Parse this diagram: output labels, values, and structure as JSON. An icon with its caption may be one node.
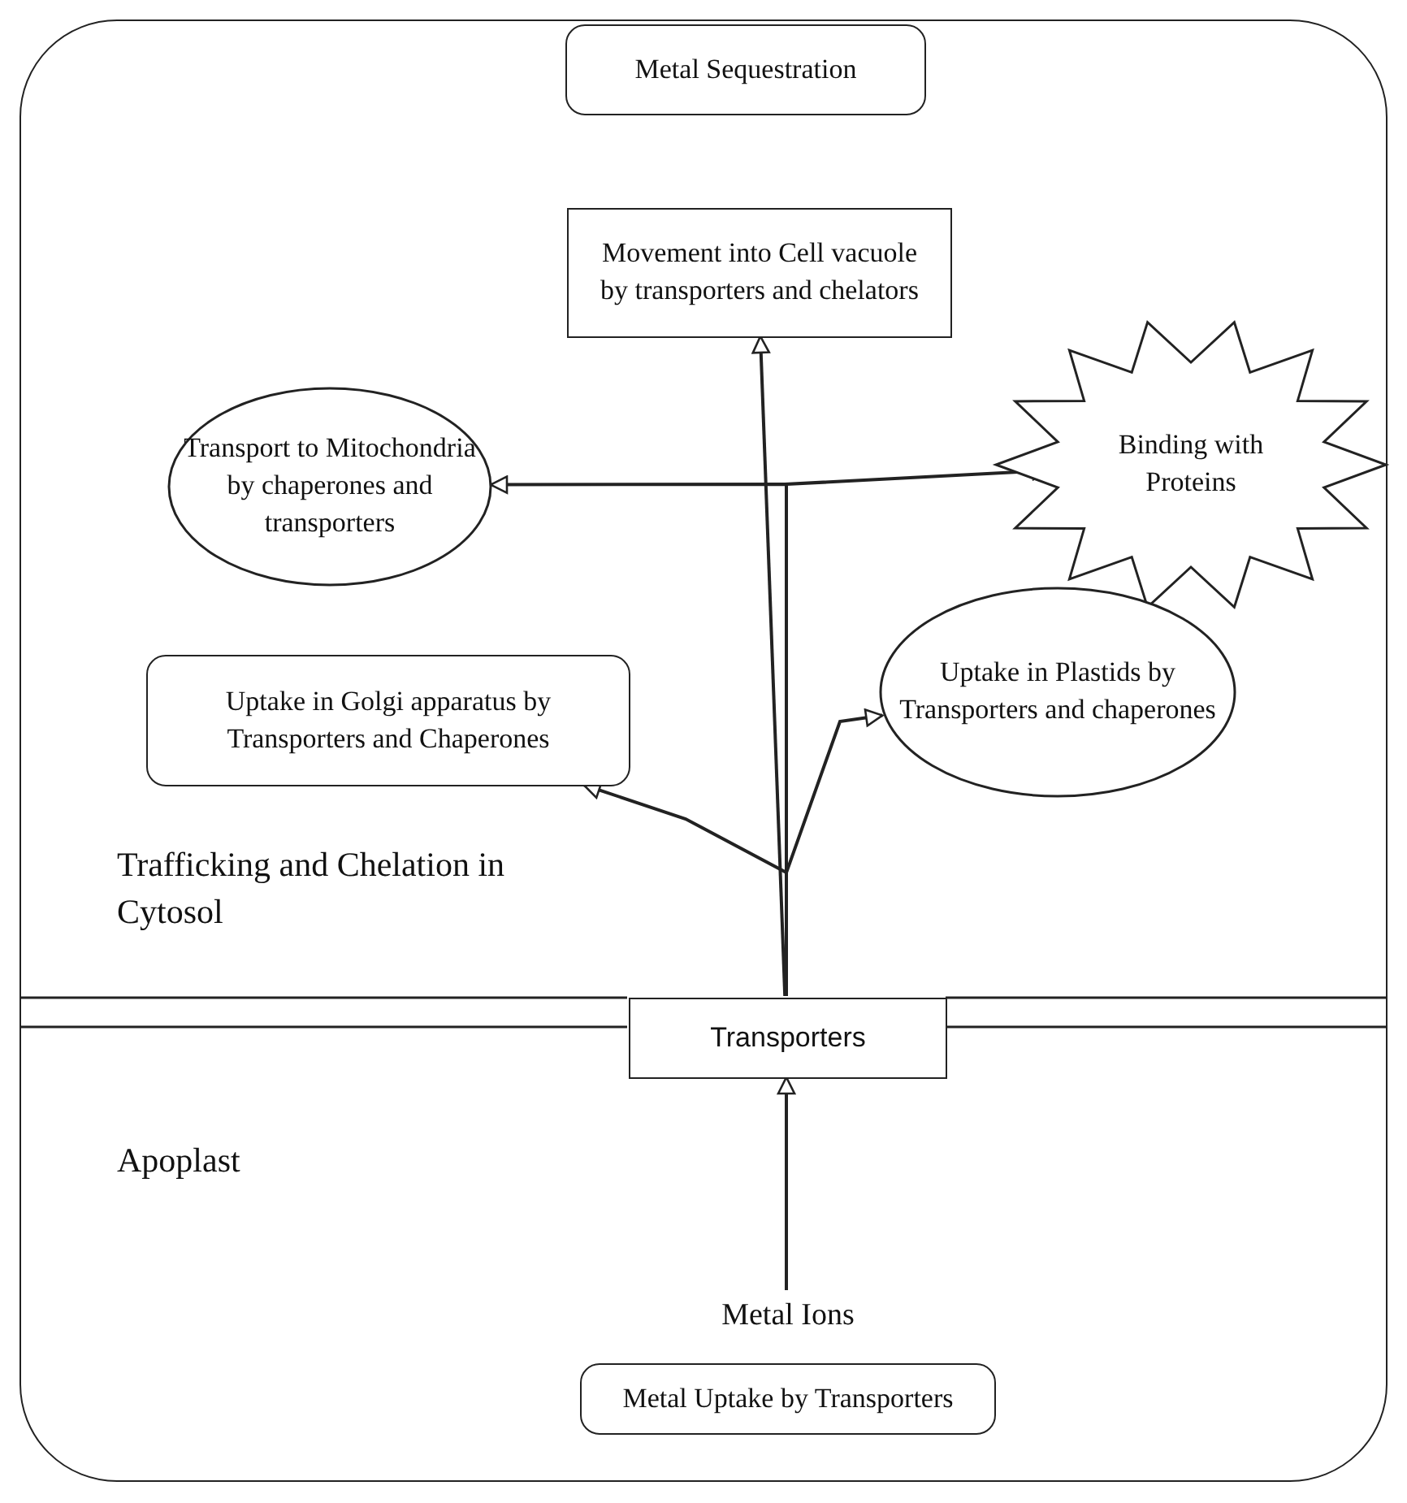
{
  "diagram": {
    "nodes": [
      {
        "text": [],
        "shape": "box"
      },
      {
        "text": [
          "Metal Sequestration"
        ],
        "in": 0
      },
      {
        "text": [
          "Movement into Cell vacuole by transporters and chelators"
        ],
        "in": 0
      },
      {
        "text": [
          "Transport to Mitochondria by chaperones and transporters"
        ],
        "in": 0
      },
      {
        "text": [
          "Binding with Proteins"
        ],
        "in": 0
      },
      {
        "text": [
          "Uptake in Golgi apparatus by Transporters and Chaperones"
        ],
        "in": 0
      },
      {
        "text": [
          "Uptake in Plastids by Transporters and chaperones"
        ],
        "in": 0
      },
      {
        "text": [
          "Transporters"
        ],
        "in": 0
      },
      {
        "text": [
          "Metal Ions"
        ],
        "in": 0
      },
      {
        "text": [
          "Metal Uptake by Transporters"
        ],
        "in": 0
      }
    ],
    "edges": [
      {
        "from": 8,
        "to": 7,
        "arrow": "to"
      },
      {
        "from": 7,
        "to": 2,
        "arrow": "to"
      },
      {
        "from": 7,
        "to": 3,
        "arrow": "to"
      },
      {
        "from": 7,
        "to": 4,
        "arrow": "to"
      },
      {
        "from": 7,
        "to": 5,
        "arrow": "to"
      },
      {
        "from": 7,
        "to": 6,
        "arrow": "to"
      }
    ],
    "labels": [
      "Trafficking and Chelation in Cytosol",
      "Apoplast"
    ]
  }
}
